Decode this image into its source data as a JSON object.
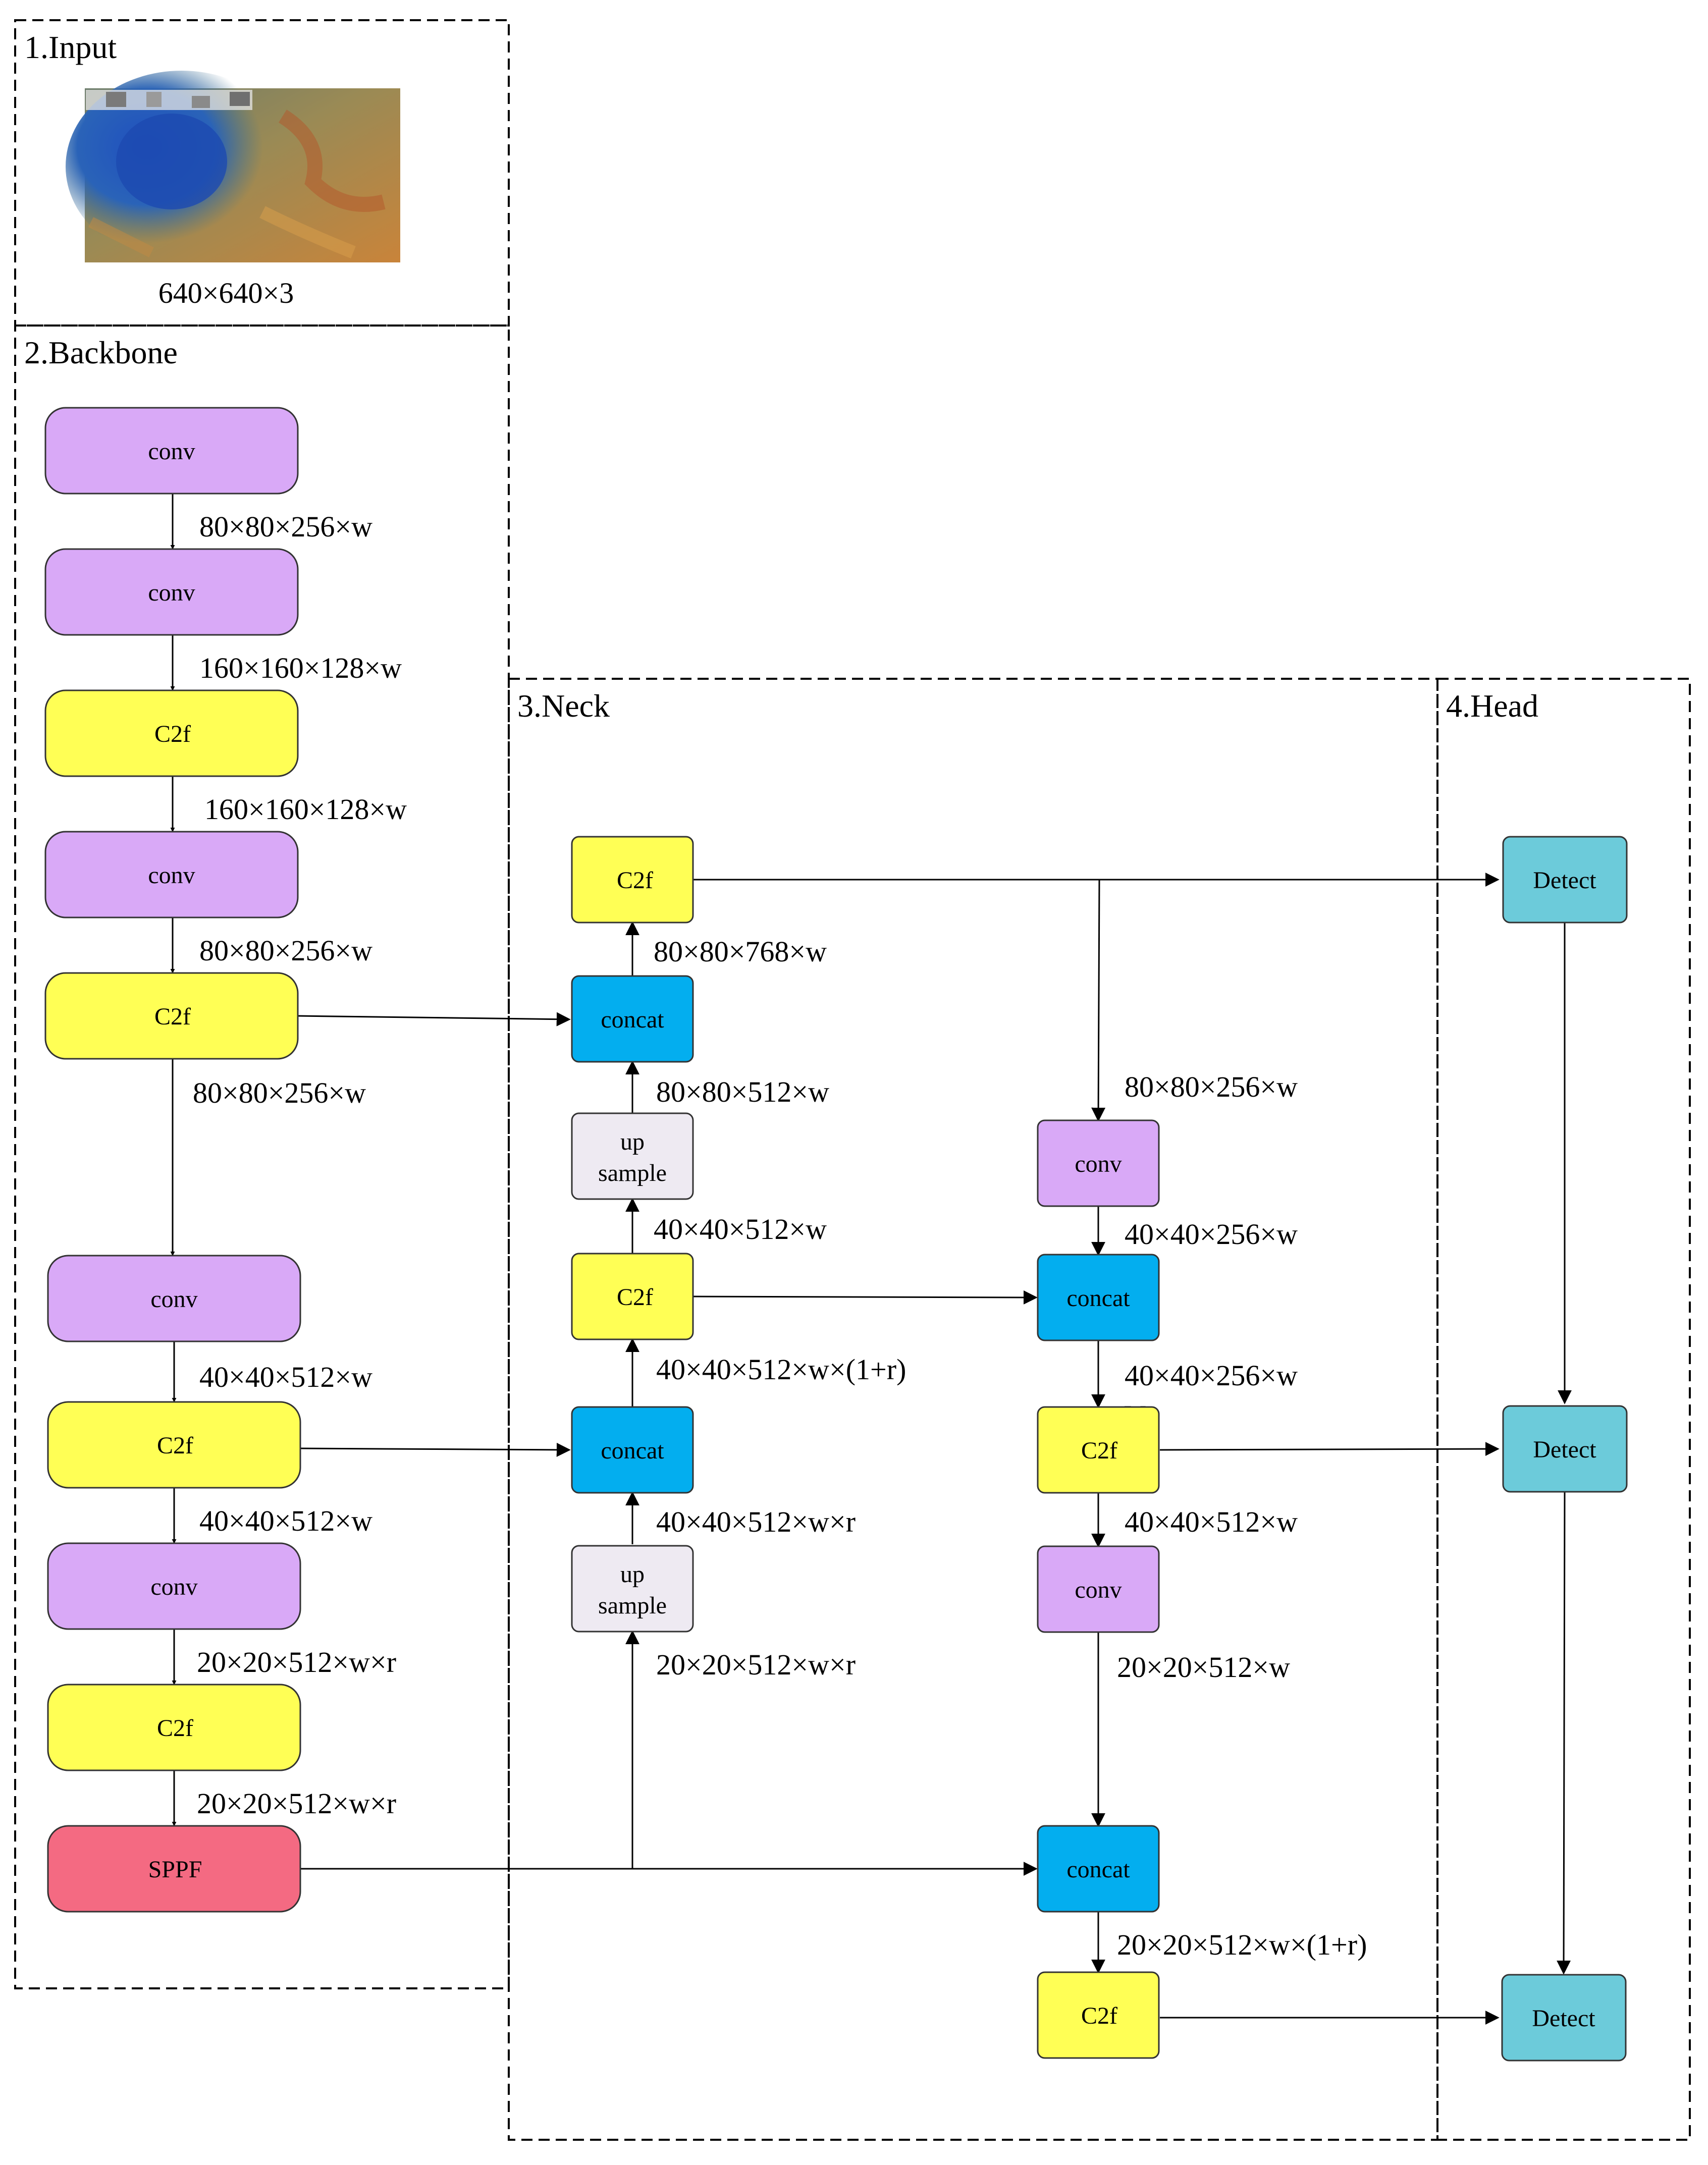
{
  "sections": {
    "input": "1.Input",
    "backbone": "2.Backbone",
    "neck": "3.Neck",
    "head": "4.Head"
  },
  "input_dims": "640×640×3",
  "colors": {
    "conv": "#D9A9F7",
    "c2f": "#FFFF55",
    "sppf": "#F46A82",
    "concat": "#03AEEF",
    "upsample": "#EEEAF2",
    "detect": "#6CCBDA"
  },
  "nodes": {
    "b_conv1": "conv",
    "b_conv2": "conv",
    "b_c2f1": "C2f",
    "b_conv3": "conv",
    "b_c2f2": "C2f",
    "b_conv4": "conv",
    "b_c2f3": "C2f",
    "b_conv5": "conv",
    "b_c2f4": "C2f",
    "b_sppf": "SPPF",
    "n_c2f_top": "C2f",
    "n_concat1": "concat",
    "n_up1_l1": "up",
    "n_up1_l2": "sample",
    "n_c2f_mid": "C2f",
    "n_concat2": "concat",
    "n_up2_l1": "up",
    "n_up2_l2": "sample",
    "r_conv1": "conv",
    "r_concat1": "concat",
    "r_c2f1": "C2f",
    "r_conv2": "conv",
    "r_concat2": "concat",
    "r_c2f2": "C2f",
    "h_detect1": "Detect",
    "h_detect2": "Detect",
    "h_detect3": "Detect"
  },
  "dims": {
    "b1": "80×80×256×w",
    "b2": "160×160×128×w",
    "b3": "160×160×128×w",
    "b4": "80×80×256×w",
    "b5": "80×80×256×w",
    "b6": "40×40×512×w",
    "b7": "40×40×512×w",
    "b8": "20×20×512×w×r",
    "b9": "20×20×512×w×r",
    "n1": "80×80×768×w",
    "n2": "80×80×512×w",
    "n3": "40×40×512×w",
    "n4": "40×40×512×w×(1+r)",
    "n5": "40×40×512×w×r",
    "n6": "20×20×512×w×r",
    "r1": "80×80×256×w",
    "r2": "40×40×256×w",
    "r3": "40×40×256×w",
    "r3b": "w",
    "r4": "40×40×512×w",
    "r5": "20×20×512×w",
    "r6": "20×20×512×w×(1+r)"
  }
}
